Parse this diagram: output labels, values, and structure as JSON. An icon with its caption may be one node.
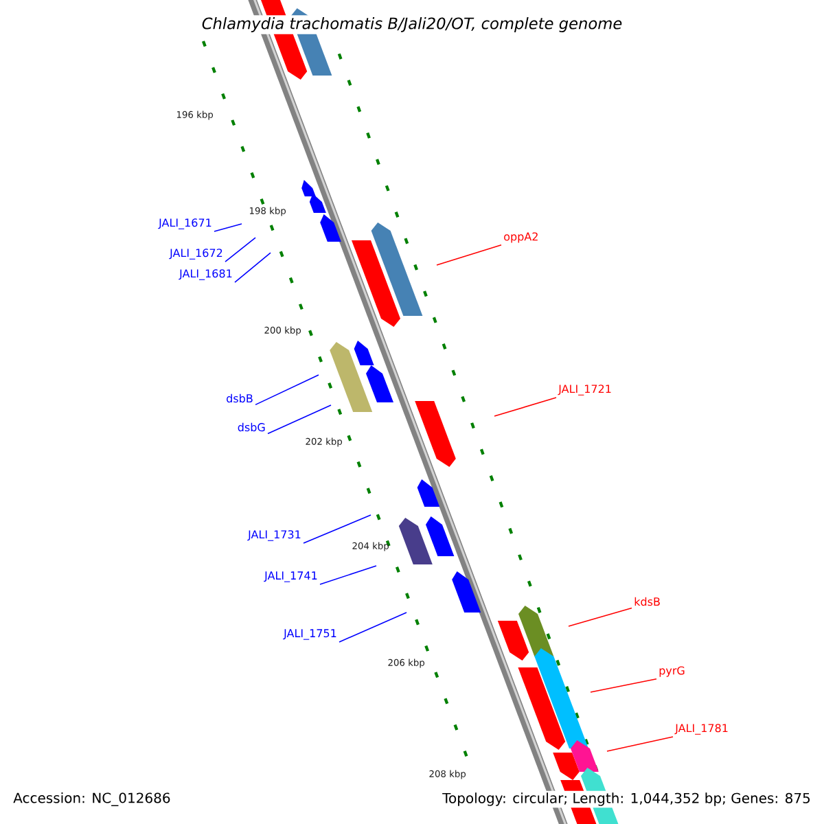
{
  "diagram": {
    "title": "Chlamydia trachomatis B/Jali20/OT, complete genome",
    "nodes": [
      {
        "text": [
          "JALI_1671"
        ]
      },
      {
        "text": [
          "JALI_1672"
        ]
      },
      {
        "text": [
          "JALI_1681"
        ]
      },
      {
        "text": [
          "oppA2"
        ]
      },
      {
        "text": [
          "dsbB"
        ]
      },
      {
        "text": [
          "JALI_1721"
        ]
      },
      {
        "text": [
          "dsbG"
        ]
      },
      {
        "text": [
          "JALI_1731"
        ]
      },
      {
        "text": [
          "JALI_1741"
        ]
      },
      {
        "text": [
          "kdsB"
        ]
      },
      {
        "text": [
          "JALI_1751"
        ]
      },
      {
        "text": [
          "pyrG"
        ]
      },
      {
        "text": [
          "JALI_1781"
        ]
      }
    ],
    "edges": [
      {
        "from": 0,
        "to": null,
        "arrow": "none"
      },
      {
        "from": 1,
        "to": null,
        "arrow": "none"
      },
      {
        "from": 2,
        "to": null,
        "arrow": "none"
      },
      {
        "from": 3,
        "to": null,
        "arrow": "none",
        "color": "#ff0000"
      },
      {
        "from": 4,
        "to": null,
        "arrow": "none"
      },
      {
        "from": 5,
        "to": null,
        "arrow": "none",
        "color": "#ff0000"
      },
      {
        "from": 6,
        "to": null,
        "arrow": "none"
      },
      {
        "from": 7,
        "to": null,
        "arrow": "none"
      },
      {
        "from": 8,
        "to": null,
        "arrow": "none"
      },
      {
        "from": 9,
        "to": null,
        "arrow": "none",
        "color": "#ff0000"
      },
      {
        "from": 10,
        "to": null,
        "arrow": "none"
      },
      {
        "from": 11,
        "to": null,
        "arrow": "none",
        "color": "#ff0000"
      },
      {
        "from": 12,
        "to": null,
        "arrow": "none",
        "color": "#ff0000"
      }
    ],
    "labels": [
      "196 kbp",
      "198 kbp",
      "200 kbp",
      "202 kbp",
      "204 kbp",
      "206 kbp",
      "208 kbp",
      "Accession: NC_012686",
      "Topology: circular; Length: 1,044,352 bp; Genes: 875"
    ]
  }
}
